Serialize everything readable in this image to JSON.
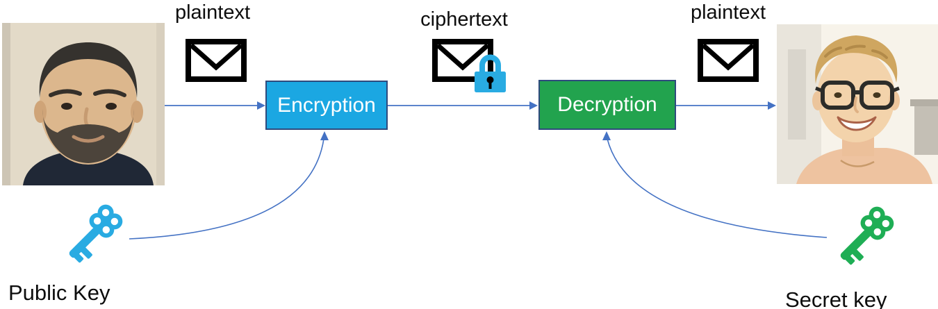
{
  "diagram": {
    "flow_labels": {
      "plaintext_left": "plaintext",
      "ciphertext": "ciphertext",
      "plaintext_right": "plaintext"
    },
    "process_boxes": {
      "encryption": {
        "label": "Encryption",
        "fill": "#1ba7e2"
      },
      "decryption": {
        "label": "Decryption",
        "fill": "#22a34e"
      }
    },
    "keys": {
      "public": {
        "label": "Public Key",
        "color": "#29abe2"
      },
      "secret": {
        "label": "Secret key",
        "color": "#1fae55"
      }
    },
    "icons": {
      "envelope": "envelope-icon",
      "padlock": "padlock-icon",
      "public_key": "key-icon",
      "secret_key": "key-icon",
      "sender_photo": "bearded-man-photo",
      "receiver_photo": "smiling-man-with-glasses-photo"
    },
    "colors": {
      "connector": "#4472c4",
      "box_border": "#2e4a7d",
      "box_text": "#ffffff",
      "label_text": "#0d0d0d",
      "envelope": "#000000",
      "lock": "#29abe2"
    }
  }
}
